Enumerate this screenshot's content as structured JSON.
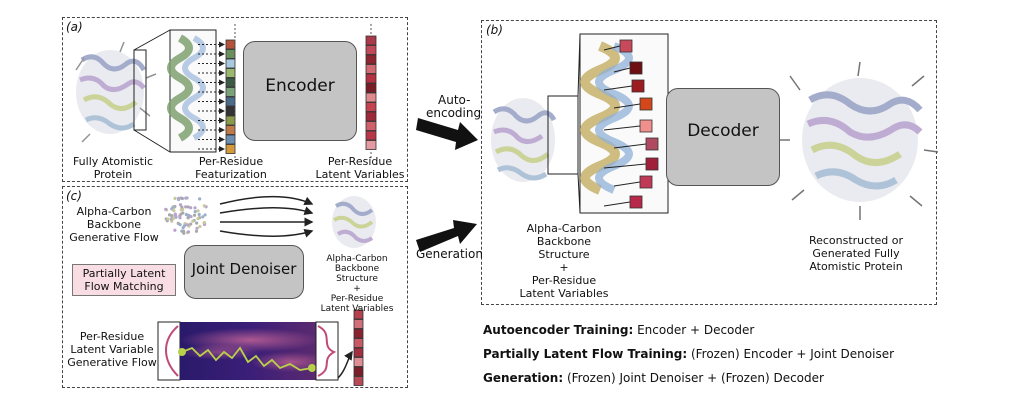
{
  "panel_a": {
    "label": "(a)",
    "encoder": "Encoder",
    "cap_protein": [
      "Fully Atomistic",
      "Protein"
    ],
    "cap_feat": [
      "Per-Residue",
      "Featurization"
    ],
    "cap_latent": [
      "Per-Residue",
      "Latent Variables"
    ]
  },
  "panel_b": {
    "label": "(b)",
    "decoder": "Decoder",
    "cap_backbone": [
      "Alpha-Carbon",
      "Backbone Structure",
      "+",
      "Per-Residue",
      "Latent Variables"
    ],
    "cap_recon": [
      "Reconstructed or",
      "Generated Fully",
      "Atomistic Protein"
    ]
  },
  "panel_c": {
    "label": "(c)",
    "denoiser": "Joint Denoiser",
    "pink": [
      "Partially Latent",
      "Flow Matching"
    ],
    "cap_flow": [
      "Alpha-Carbon",
      "Backbone",
      "Generative Flow"
    ],
    "cap_out": [
      "Alpha-Carbon",
      "Backbone Structure",
      "+",
      "Per-Residue",
      "Latent Variables"
    ],
    "cap_latflow": [
      "Per-Residue",
      "Latent Variable",
      "Generative Flow"
    ]
  },
  "arrows": {
    "autoencoding": [
      "Auto-",
      "encoding"
    ],
    "generation": "Generation"
  },
  "legend": [
    {
      "bold": "Autoencoder Training:",
      "rest": " Encoder + Decoder"
    },
    {
      "bold": "Partially Latent Flow Training:",
      "rest": " (Frozen) Encoder + Joint Denoiser"
    },
    {
      "bold": "Generation:",
      "rest": " (Frozen) Joint Denoiser + (Frozen) Decoder"
    }
  ],
  "colors": {
    "latent_a": [
      "#a83a4a",
      "#c04a5a",
      "#8e2630",
      "#d36a72",
      "#b53040",
      "#7a1c28",
      "#e08a8e",
      "#c7424f",
      "#9d2a38",
      "#d0606a",
      "#b8384a",
      "#e39aa0"
    ],
    "feat_a": [
      "#b5533a",
      "#6a8f5a",
      "#a7c9e0",
      "#9bb870",
      "#3d5a44",
      "#7aa37a",
      "#4b6b8a",
      "#333333",
      "#8a9a4a",
      "#c07a4a",
      "#6e8fb0",
      "#d49a3a"
    ],
    "latent_b": [
      "#c84a5a",
      "#6e0f14",
      "#9c1c20",
      "#d2481c",
      "#f0908c",
      "#b04a60",
      "#a0203a",
      "#c03a58",
      "#b8284a"
    ],
    "latent_c": [
      "#b5404e",
      "#d0707a",
      "#8a2232",
      "#c85a66",
      "#a03040",
      "#e08e96",
      "#7c1e2a",
      "#b84a58"
    ],
    "pink_box": "#f9dde4"
  }
}
